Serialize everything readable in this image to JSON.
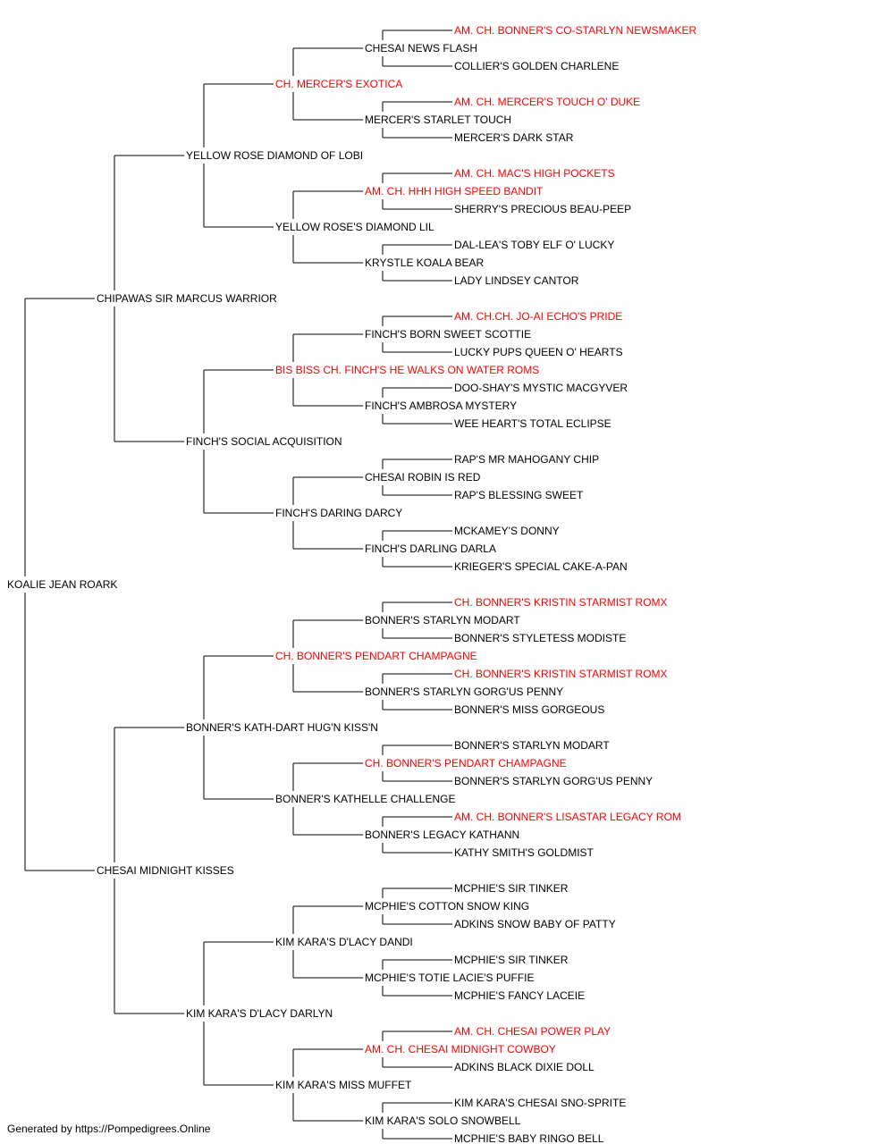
{
  "colors": {
    "normal": "#000000",
    "champion": "#ff0000",
    "line": "#000000"
  },
  "pedigree": {
    "name": "KOALIE JEAN ROARK",
    "champion": false,
    "sire": {
      "name": "CHIPAWAS SIR MARCUS WARRIOR",
      "champion": false,
      "sire": {
        "name": "YELLOW ROSE DIAMOND OF LOBI",
        "champion": false,
        "sire": {
          "name": "CH. MERCER'S EXOTICA",
          "champion": true,
          "sire": {
            "name": "CHESAI NEWS FLASH",
            "champion": false,
            "sire": {
              "name": "AM. CH. BONNER'S CO-STARLYN NEWSMAKER",
              "champion": true
            },
            "dam": {
              "name": "COLLIER'S GOLDEN CHARLENE",
              "champion": false
            }
          },
          "dam": {
            "name": "MERCER'S STARLET TOUCH",
            "champion": false,
            "sire": {
              "name": "AM. CH. MERCER'S TOUCH O' DUKE",
              "champion": true
            },
            "dam": {
              "name": "MERCER'S DARK STAR",
              "champion": false
            }
          }
        },
        "dam": {
          "name": "YELLOW ROSE'S DIAMOND LIL",
          "champion": false,
          "sire": {
            "name": "AM. CH. HHH HIGH SPEED BANDIT",
            "champion": true,
            "sire": {
              "name": "AM. CH. MAC'S HIGH POCKETS",
              "champion": true
            },
            "dam": {
              "name": "SHERRY'S PRECIOUS BEAU-PEEP",
              "champion": false
            }
          },
          "dam": {
            "name": "KRYSTLE KOALA BEAR",
            "champion": false,
            "sire": {
              "name": "DAL-LEA'S TOBY ELF O' LUCKY",
              "champion": false
            },
            "dam": {
              "name": "LADY LINDSEY CANTOR",
              "champion": false
            }
          }
        }
      },
      "dam": {
        "name": "FINCH'S SOCIAL ACQUISITION",
        "champion": false,
        "sire": {
          "name": "BIS BISS CH. FINCH'S HE WALKS ON WATER ROMS",
          "champion": true,
          "sire": {
            "name": "FINCH'S BORN SWEET SCOTTIE",
            "champion": false,
            "sire": {
              "name": "AM. CH.CH. JO-AI ECHO'S PRIDE",
              "champion": true
            },
            "dam": {
              "name": "LUCKY PUPS QUEEN O' HEARTS",
              "champion": false
            }
          },
          "dam": {
            "name": "FINCH'S AMBROSA MYSTERY",
            "champion": false,
            "sire": {
              "name": "DOO-SHAY'S MYSTIC MACGYVER",
              "champion": false
            },
            "dam": {
              "name": "WEE HEART'S TOTAL ECLIPSE",
              "champion": false
            }
          }
        },
        "dam": {
          "name": "FINCH'S DARING DARCY",
          "champion": false,
          "sire": {
            "name": "CHESAI ROBIN IS RED",
            "champion": false,
            "sire": {
              "name": "RAP'S MR MAHOGANY CHIP",
              "champion": false
            },
            "dam": {
              "name": "RAP'S BLESSING SWEET",
              "champion": false
            }
          },
          "dam": {
            "name": "FINCH'S DARLING DARLA",
            "champion": false,
            "sire": {
              "name": "MCKAMEY'S DONNY",
              "champion": false
            },
            "dam": {
              "name": "KRIEGER'S SPECIAL CAKE-A-PAN",
              "champion": false
            }
          }
        }
      }
    },
    "dam": {
      "name": "CHESAI MIDNIGHT KISSES",
      "champion": false,
      "sire": {
        "name": "BONNER'S KATH-DART HUG'N KISS'N",
        "champion": false,
        "sire": {
          "name": "CH. BONNER'S PENDART CHAMPAGNE",
          "champion": true,
          "sire": {
            "name": "BONNER'S STARLYN MODART",
            "champion": false,
            "sire": {
              "name": "CH. BONNER'S KRISTIN STARMIST ROMX",
              "champion": true
            },
            "dam": {
              "name": "BONNER'S STYLETESS MODISTE",
              "champion": false
            }
          },
          "dam": {
            "name": "BONNER'S STARLYN GORG'US PENNY",
            "champion": false,
            "sire": {
              "name": "CH. BONNER'S KRISTIN STARMIST ROMX",
              "champion": true
            },
            "dam": {
              "name": "BONNER'S MISS GORGEOUS",
              "champion": false
            }
          }
        },
        "dam": {
          "name": "BONNER'S KATHELLE CHALLENGE",
          "champion": false,
          "sire": {
            "name": "CH. BONNER'S PENDART CHAMPAGNE",
            "champion": true,
            "sire": {
              "name": "BONNER'S STARLYN MODART",
              "champion": false
            },
            "dam": {
              "name": "BONNER'S STARLYN GORG'US PENNY",
              "champion": false
            }
          },
          "dam": {
            "name": "BONNER'S LEGACY KATHANN",
            "champion": false,
            "sire": {
              "name": "AM. CH. BONNER'S LISASTAR LEGACY ROM",
              "champion": true
            },
            "dam": {
              "name": "KATHY SMITH'S GOLDMIST",
              "champion": false
            }
          }
        }
      },
      "dam": {
        "name": "KIM KARA'S D'LACY DARLYN",
        "champion": false,
        "sire": {
          "name": "KIM KARA'S D'LACY DANDI",
          "champion": false,
          "sire": {
            "name": "MCPHIE'S COTTON SNOW KING",
            "champion": false,
            "sire": {
              "name": "MCPHIE'S SIR TINKER",
              "champion": false
            },
            "dam": {
              "name": "ADKINS SNOW BABY OF PATTY",
              "champion": false
            }
          },
          "dam": {
            "name": "MCPHIE'S TOTIE LACIE'S PUFFIE",
            "champion": false,
            "sire": {
              "name": "MCPHIE'S SIR TINKER",
              "champion": false
            },
            "dam": {
              "name": "MCPHIE'S FANCY LACEIE",
              "champion": false
            }
          }
        },
        "dam": {
          "name": "KIM KARA'S MISS MUFFET",
          "champion": false,
          "sire": {
            "name": "AM. CH. CHESAI MIDNIGHT COWBOY",
            "champion": true,
            "sire": {
              "name": "AM. CH. CHESAI POWER PLAY",
              "champion": true
            },
            "dam": {
              "name": "ADKINS BLACK DIXIE DOLL",
              "champion": false
            }
          },
          "dam": {
            "name": "KIM KARA'S SOLO SNOWBELL",
            "champion": false,
            "sire": {
              "name": "KIM KARA'S CHESAI SNO-SPRITE",
              "champion": false
            },
            "dam": {
              "name": "MCPHIE'S BABY RINGO BELL",
              "champion": false
            }
          }
        }
      }
    }
  },
  "footer": "Generated by https://Pompedigrees.Online"
}
